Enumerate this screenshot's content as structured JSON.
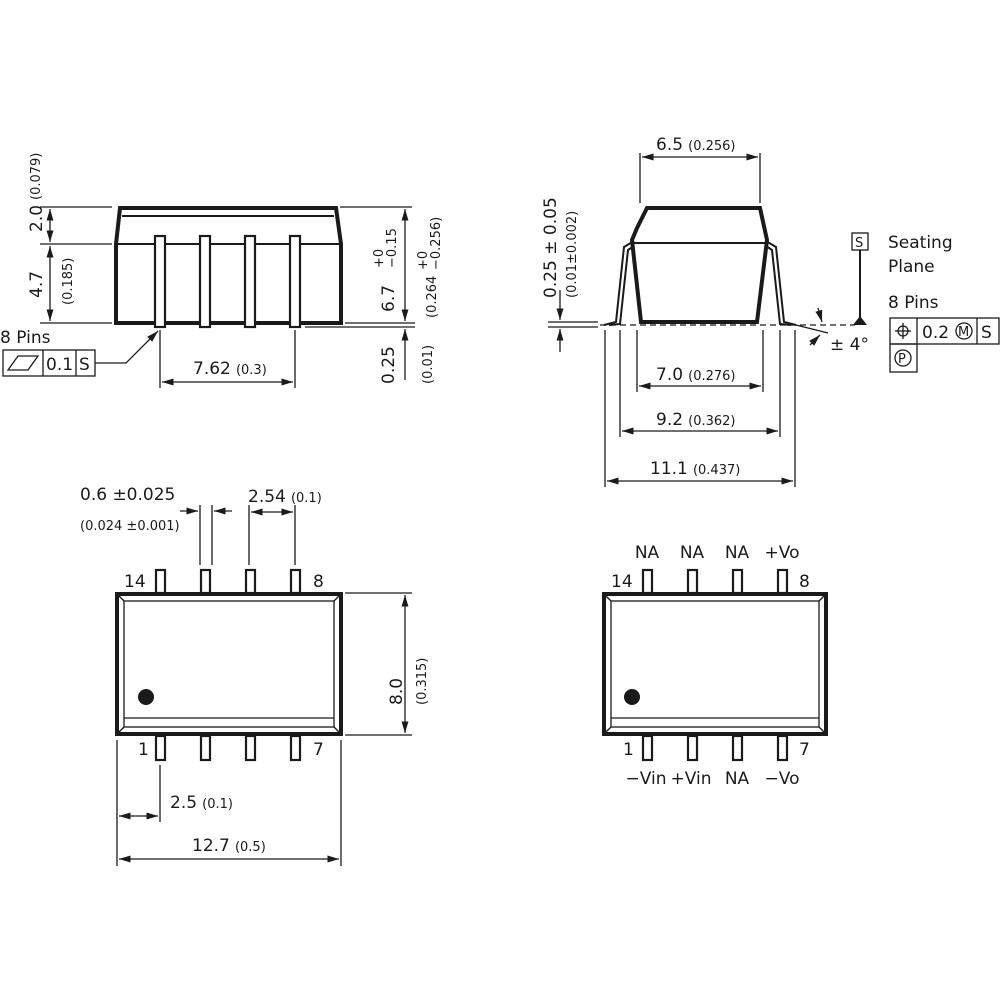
{
  "side_view": {
    "dim_top_height": "2.0",
    "dim_top_height_in": "(0.079)",
    "dim_body_height": "4.7",
    "dim_body_height_in": "(0.185)",
    "dim_total_height": "6.7",
    "dim_total_tol_plus": "+0",
    "dim_total_tol_minus": "−0.15",
    "dim_total_height_in": "(0.264",
    "dim_total_in_tol_plus": "+0",
    "dim_total_in_tol_minus": "−0.256)",
    "dim_standoff": "0.25",
    "dim_standoff_in": "(0.01)",
    "pins_label": "8 Pins",
    "flatness_value": "0.1",
    "flatness_datum": "S",
    "dim_pin_span": "7.62",
    "dim_pin_span_in": "(0.3)"
  },
  "end_view": {
    "dim_top_width": "6.5",
    "dim_top_width_in": "(0.256)",
    "dim_lead_thickness": "0.25 ± 0.05",
    "dim_lead_thickness_in": "(0.01±0.002)",
    "datum_label": "S",
    "seating_line1": "Seating",
    "seating_line2": "Plane",
    "pins_label": "8 Pins",
    "position_value": "0.2",
    "mmc_symbol": "M",
    "position_datum": "S",
    "projected_symbol": "P",
    "angle": "± 4°",
    "dim_body_width": "7.0",
    "dim_body_width_in": "(0.276)",
    "dim_lead_width": "9.2",
    "dim_lead_width_in": "(0.362)",
    "dim_overall_width": "11.1",
    "dim_overall_width_in": "(0.437)"
  },
  "top_view": {
    "dim_pin_width": "0.6 ±0.025",
    "dim_pin_width_in": "(0.024 ±0.001)",
    "dim_pitch": "2.54",
    "dim_pitch_in": "(0.1)",
    "pin_14": "14",
    "pin_8": "8",
    "pin_1": "1",
    "pin_7": "7",
    "dim_width": "8.0",
    "dim_width_in": "(0.315)",
    "dim_edge": "2.5",
    "dim_edge_in": "(0.1)",
    "dim_length": "12.7",
    "dim_length_in": "(0.5)"
  },
  "pinout_view": {
    "pin_14": "14",
    "pin_8": "8",
    "pin_1": "1",
    "pin_7": "7",
    "top_labels": [
      "NA",
      "NA",
      "NA",
      "+Vo"
    ],
    "bottom_labels": [
      "−Vin",
      "+Vin",
      "NA",
      "−Vo"
    ]
  }
}
